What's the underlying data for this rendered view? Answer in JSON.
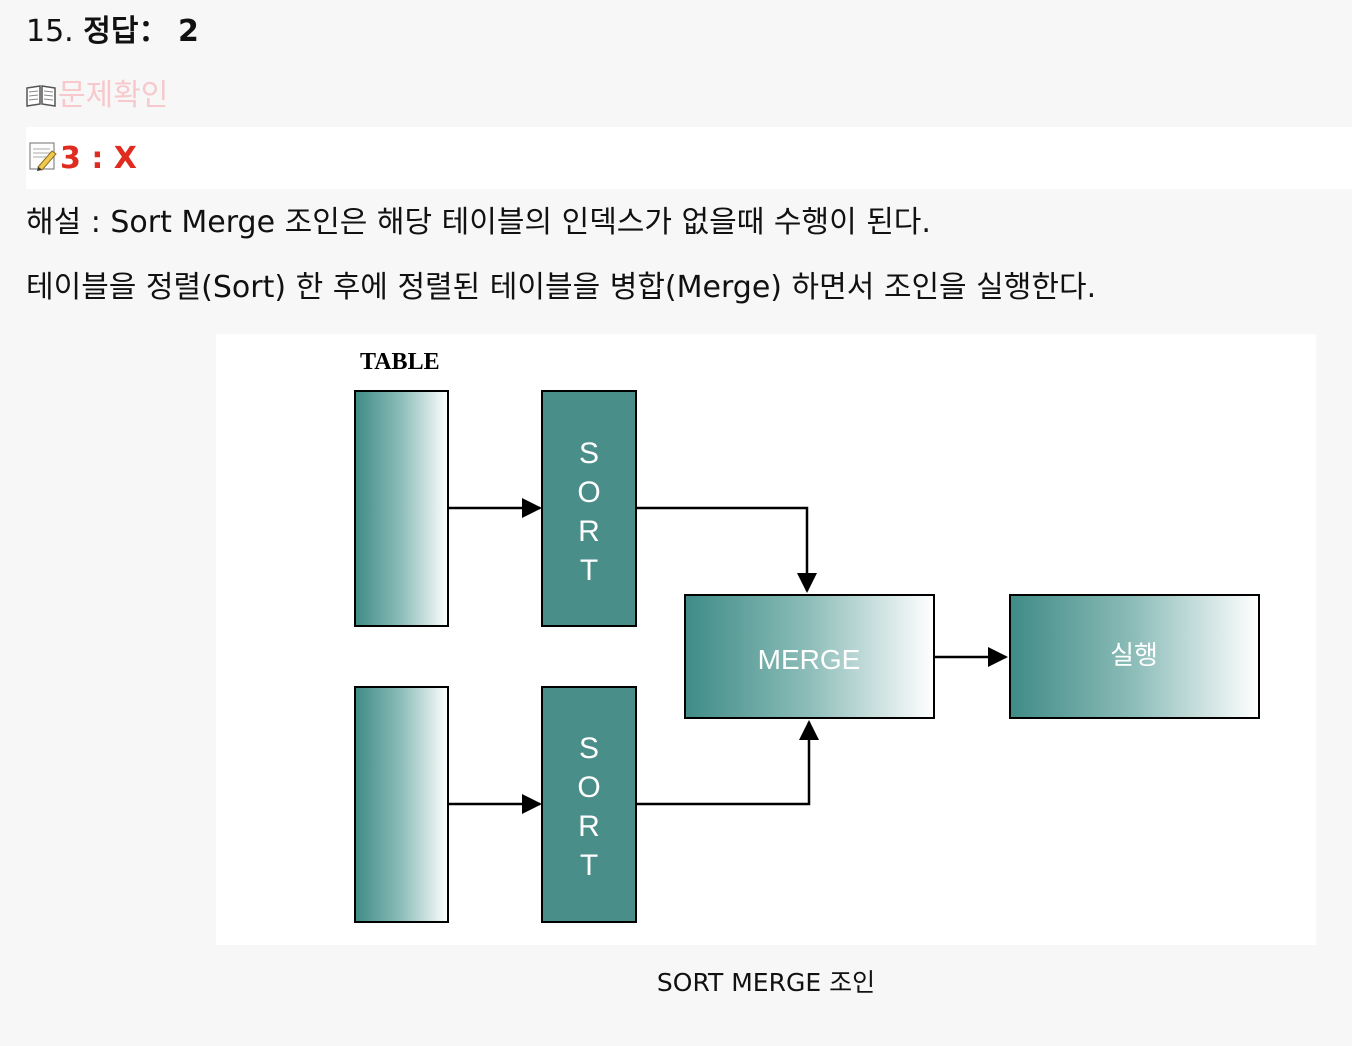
{
  "question": {
    "number": "15.",
    "answer_label": "정답",
    "separator": "：",
    "answer_value": "2"
  },
  "check_link": {
    "icon": "open-book-icon",
    "label": "문제확인"
  },
  "wrong_answer": {
    "icon": "memo-pencil-icon",
    "text": "3 : X",
    "color": "#e02b20"
  },
  "explanation": {
    "line1": "해설 : Sort Merge 조인은 해당 테이블의 인덱스가 없을때 수행이 된다.",
    "line2": "테이블을 정렬(Sort) 한 후에 정렬된 테이블을 병합(Merge) 하면서 조인을 실행한다."
  },
  "diagram": {
    "table_label": "TABLE",
    "sort_label": "SORT",
    "merge_label": "MERGE",
    "execute_label": "실행",
    "colors": {
      "teal_dark": "#3f8b86",
      "teal_light": "#ffffff",
      "sort_fill": "#4a8e8a"
    }
  },
  "caption": "SORT MERGE 조인"
}
